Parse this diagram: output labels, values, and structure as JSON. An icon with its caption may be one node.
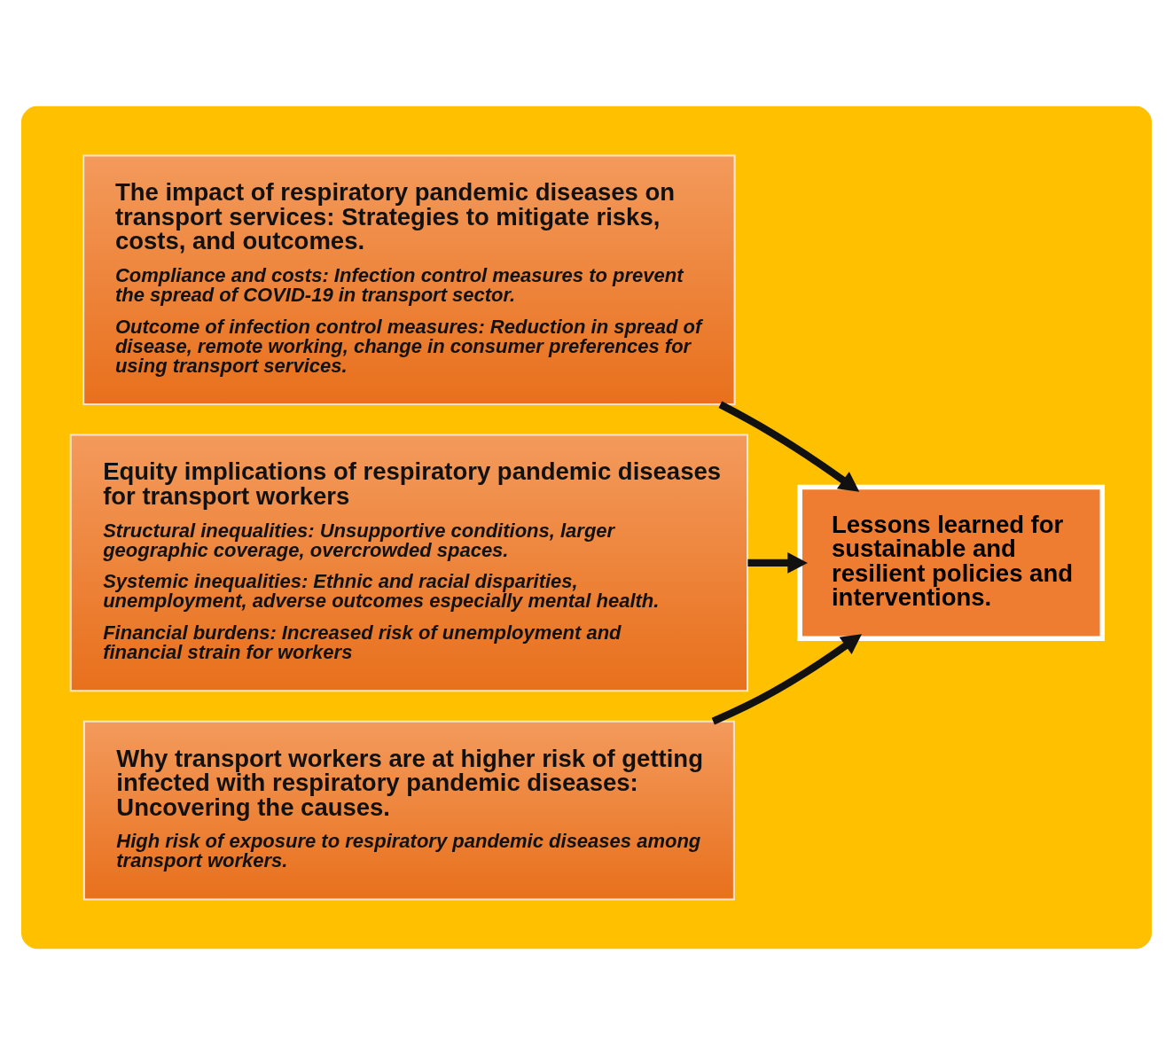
{
  "diagram": {
    "nodes": [
      {
        "text": [],
        "shape": "box"
      },
      {
        "text": [
          "Why transport workers are at higher risk of getting infected with respiratory pandemic diseases: Uncovering the causes.",
          "High risk of exposure to respiratory pandemic diseases among transport workers."
        ],
        "in": 0
      },
      {
        "text": [
          "Equity implications of respiratory pandemic diseases for transport workers",
          "Structural inequalities: Unsupportive conditions, larger geographic coverage, overcrowded spaces.",
          "Systemic inequalities: Ethnic and racial disparities, unemployment, adverse outcomes especially mental health.",
          "Financial burdens: Increased risk of unemployment and financial strain for workers"
        ],
        "in": 0
      },
      {
        "text": [
          "The impact of respiratory pandemic diseases on transport services: Strategies to mitigate risks, costs, and outcomes.",
          "Compliance and costs: Infection control measures to prevent the spread of COVID-19 in transport sector.",
          "Outcome of infection control measures: Reduction in spread of disease, remote working, change in consumer preferences for using transport services."
        ],
        "in": 0
      },
      {
        "text": [
          "Lessons learned for sustainable and resilient policies and interventions."
        ],
        "in": 0
      }
    ],
    "edges": [
      {
        "from": 1,
        "to": 4,
        "arrow": "to"
      },
      {
        "from": 2,
        "to": 4,
        "arrow": "to"
      },
      {
        "from": 3,
        "to": 4,
        "arrow": "to"
      }
    ]
  }
}
